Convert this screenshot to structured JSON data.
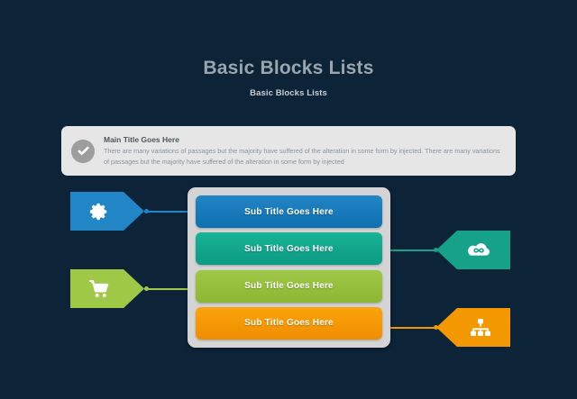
{
  "header": {
    "title": "Basic Blocks Lists",
    "subtitle": "Basic Blocks Lists"
  },
  "banner": {
    "icon": "check-circle-icon",
    "title": "Main Title Goes Here",
    "body": "There are many variations of passages but the majority have  suffered of the alteration in some form by injected. There are many variations of passages but the majority have  suffered of the alteration in some form by injected"
  },
  "panel": {
    "bars": [
      {
        "label": "Sub Title Goes Here",
        "color": "#1b7cbf",
        "variant": "blue"
      },
      {
        "label": "Sub Title Goes Here",
        "color": "#13a88e",
        "variant": "teal"
      },
      {
        "label": "Sub Title Goes Here",
        "color": "#97c03d",
        "variant": "green"
      },
      {
        "label": "Sub Title Goes Here",
        "color": "#f39800",
        "variant": "orange"
      }
    ]
  },
  "badges": [
    {
      "icon": "gear-icon",
      "side": "left",
      "color": "#2285c6"
    },
    {
      "icon": "shopping-cart-icon",
      "side": "left",
      "color": "#9fc846"
    },
    {
      "icon": "cloud-infinity-icon",
      "side": "right",
      "color": "#15a18a"
    },
    {
      "icon": "sitemap-icon",
      "side": "right",
      "color": "#f39800"
    }
  ],
  "colors": {
    "background": "#0d2338",
    "panel": "#d4d4d4",
    "banner": "#e6e6e6",
    "title_text": "#9aa5ae",
    "subtitle_text": "#c7ced4"
  }
}
